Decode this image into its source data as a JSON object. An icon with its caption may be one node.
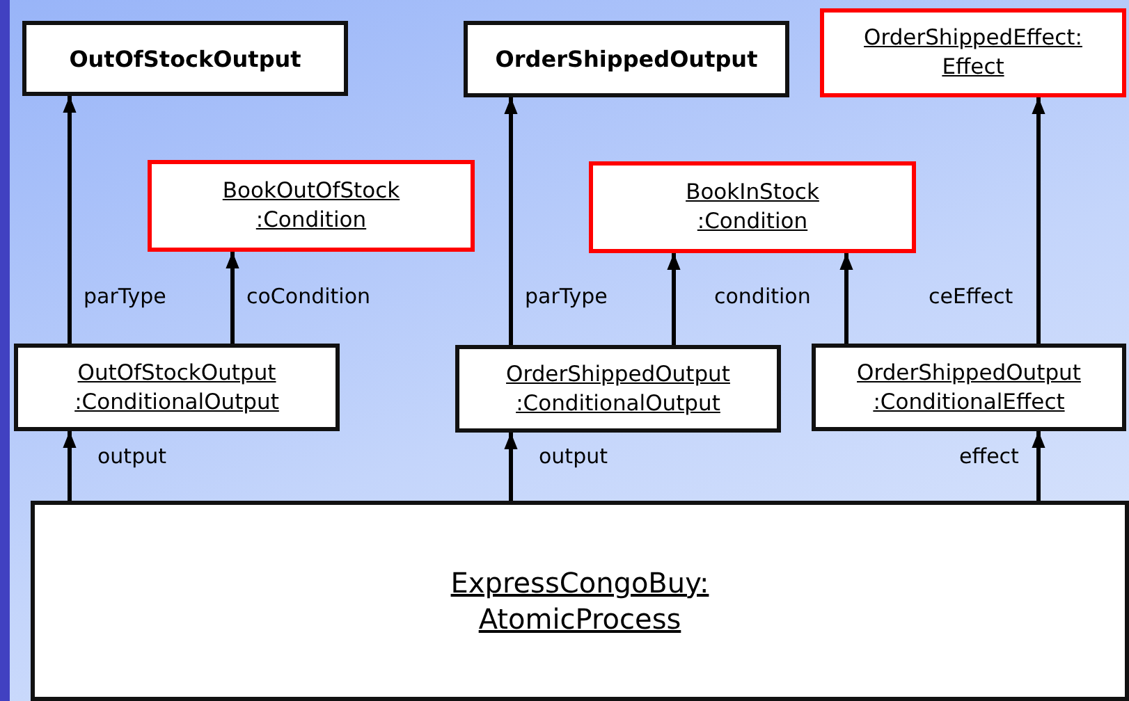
{
  "diagram": {
    "nodes": [
      {
        "text": [
          "OutOfStockOutput"
        ]
      },
      {
        "text": [
          "OrderShippedOutput"
        ]
      },
      {
        "text": [
          "OrderShippedEffect: Effect"
        ]
      },
      {
        "text": [
          "BookOutOfStock :Condition"
        ]
      },
      {
        "text": [
          "BookInStock :Condition"
        ]
      },
      {
        "text": [
          "OutOfStockOutput :ConditionalOutput"
        ]
      },
      {
        "text": [
          "OrderShippedOutput :ConditionalOutput"
        ]
      },
      {
        "text": [
          "OrderShippedOutput :ConditionalEffect"
        ]
      },
      {
        "text": [
          "ExpressCongoBuy: AtomicProcess"
        ]
      }
    ],
    "edges": [
      {
        "from": 5,
        "to": 0,
        "arrow": "to",
        "label": "parType"
      },
      {
        "from": 5,
        "to": 3,
        "arrow": "to",
        "label": "coCondition"
      },
      {
        "from": 6,
        "to": 1,
        "arrow": "to",
        "label": "parType"
      },
      {
        "from": 6,
        "to": 4,
        "arrow": "to",
        "label": "condition"
      },
      {
        "from": 7,
        "to": 4,
        "arrow": "to"
      },
      {
        "from": 7,
        "to": 2,
        "arrow": "to",
        "label": "ceEffect"
      },
      {
        "from": 8,
        "to": 5,
        "arrow": "to",
        "label": "output"
      },
      {
        "from": 8,
        "to": 6,
        "arrow": "to",
        "label": "output"
      },
      {
        "from": 8,
        "to": 7,
        "arrow": "to",
        "label": "effect"
      }
    ]
  }
}
